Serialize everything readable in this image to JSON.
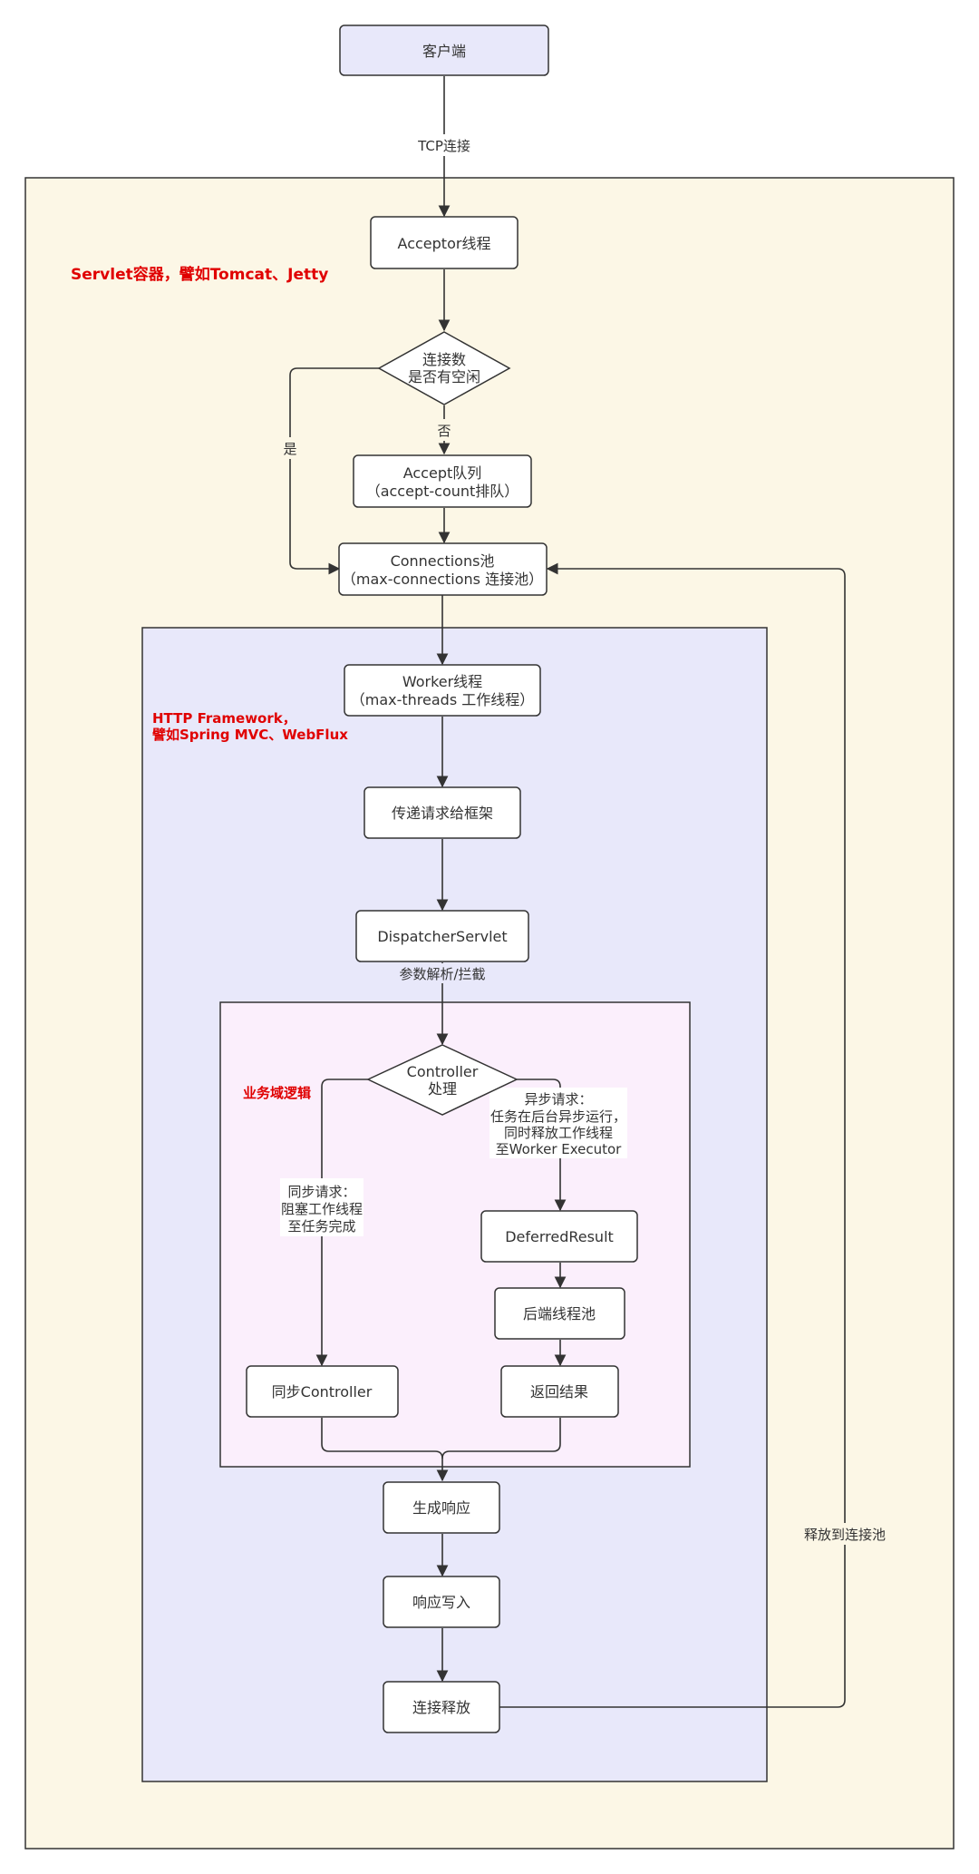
{
  "colors": {
    "servlet_fill": "#fcf7e6",
    "framework_fill": "#e8e8fa",
    "business_fill": "#fbeffc",
    "client_fill": "#e8e8fa",
    "node_fill": "#ffffff",
    "stroke": "#333333",
    "container_label": "#e00000"
  },
  "containers": {
    "servlet": "Servlet容器，譬如Tomcat、Jetty",
    "framework_line1": "HTTP Framework，",
    "framework_line2": "譬如Spring MVC、WebFlux",
    "business": "业务域逻辑"
  },
  "nodes": {
    "client": "客户端",
    "acceptor": "Acceptor线程",
    "conn_check_line1": "连接数",
    "conn_check_line2": "是否有空闲",
    "accept_queue_line1": "Accept队列",
    "accept_queue_line2": "（accept-count排队）",
    "conn_pool_line1": "Connections池",
    "conn_pool_line2": "（max-connections 连接池）",
    "worker_line1": "Worker线程",
    "worker_line2": "（max-threads 工作线程）",
    "pass_request": "传递请求给框架",
    "dispatcher": "DispatcherServlet",
    "controller_line1": "Controller",
    "controller_line2": "处理",
    "deferred": "DeferredResult",
    "backend_pool": "后端线程池",
    "return_result": "返回结果",
    "sync_controller": "同步Controller",
    "gen_response": "生成响应",
    "write_response": "响应写入",
    "release_conn": "连接释放"
  },
  "edge_labels": {
    "tcp": "TCP连接",
    "yes": "是",
    "no": "否",
    "param": "参数解析/拦截",
    "async_line1": "异步请求：",
    "async_line2": "任务在后台异步运行，",
    "async_line3": "同时释放工作线程",
    "async_line4": "至Worker Executor",
    "sync_line1": "同步请求：",
    "sync_line2": "阻塞工作线程",
    "sync_line3": "至任务完成",
    "release_to_pool": "释放到连接池"
  }
}
